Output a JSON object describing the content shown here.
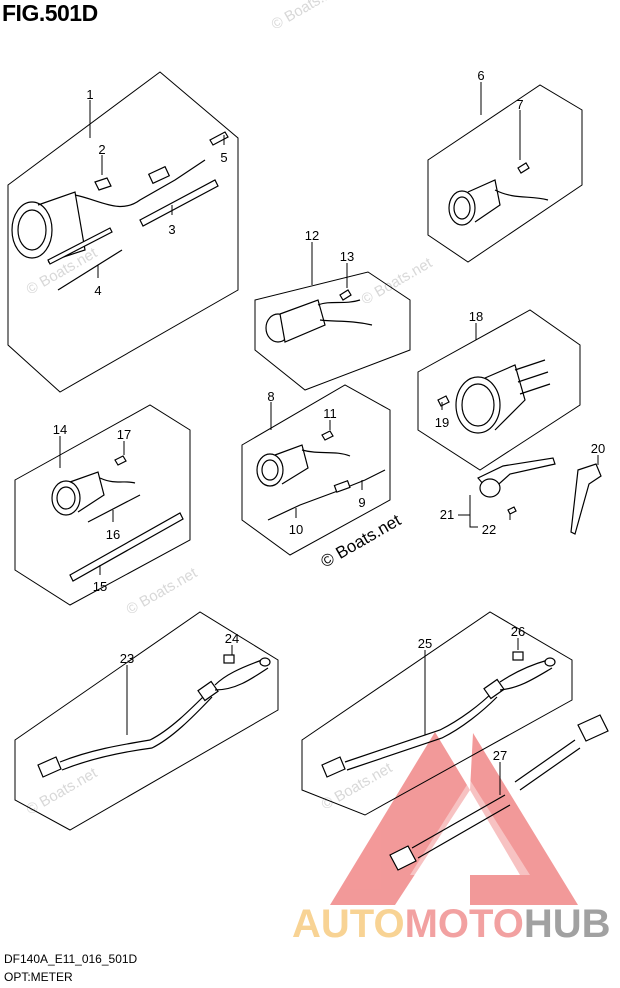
{
  "title": "FIG.501D",
  "footer": {
    "code": "DF140A_E11_016_501D",
    "caption": "OPT:METER"
  },
  "watermark": "© Boats.net",
  "logo": {
    "part1": "AUTO",
    "part2": "MOTO",
    "part3": "HUB",
    "colors": {
      "auto": "#f7c97a",
      "moto": "#f08a8a",
      "hub": "#8a8a8a",
      "triangle": "#f08080"
    }
  },
  "callouts": [
    "1",
    "2",
    "3",
    "4",
    "5",
    "6",
    "7",
    "8",
    "9",
    "10",
    "11",
    "12",
    "13",
    "14",
    "15",
    "16",
    "17",
    "18",
    "19",
    "20",
    "21",
    "22",
    "23",
    "24",
    "25",
    "26",
    "27"
  ]
}
